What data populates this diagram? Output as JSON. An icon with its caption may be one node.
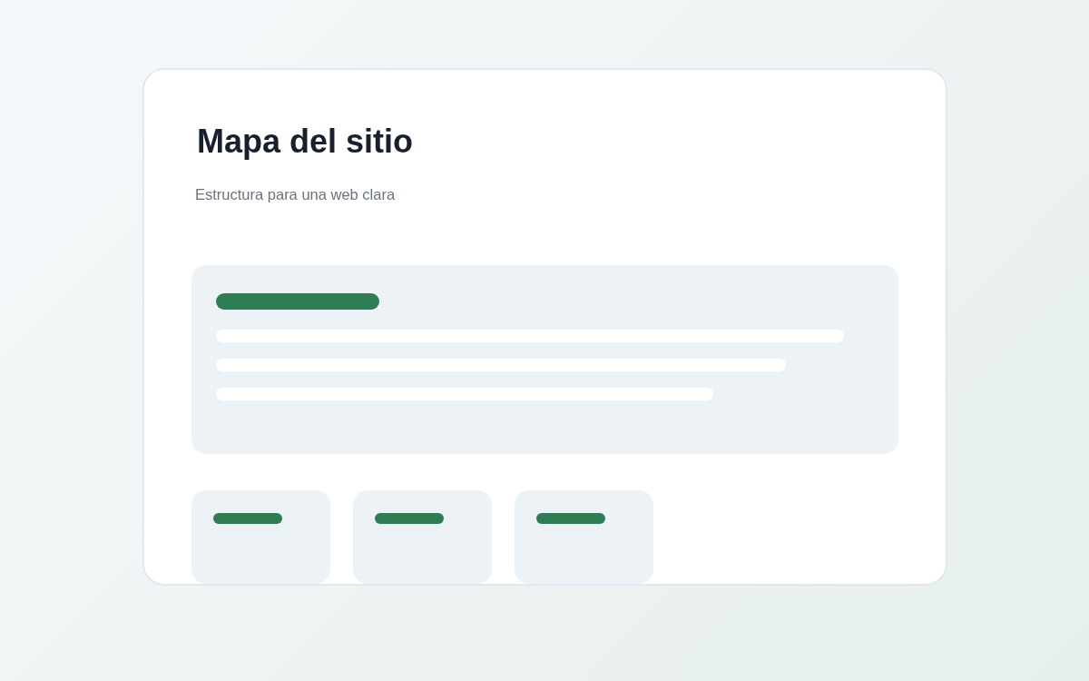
{
  "diagram": {
    "title": "Mapa del sitio",
    "nodes": [
      {
        "text": [],
        "shape": "box"
      },
      {
        "text": [],
        "shape": "box"
      },
      {
        "text": [],
        "shape": "box"
      },
      {
        "text": [],
        "shape": "box"
      }
    ],
    "edges": [],
    "labels": [
      "Estructura para una web clara"
    ]
  }
}
